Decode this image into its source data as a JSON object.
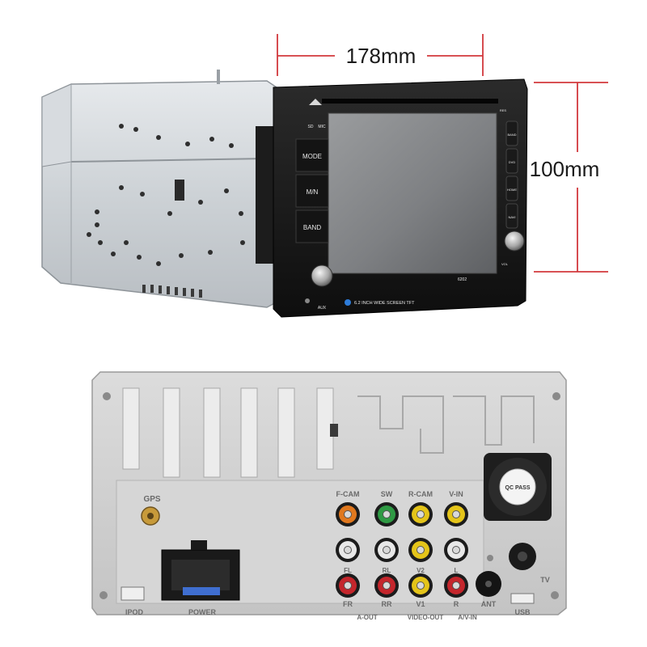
{
  "dimensions": {
    "width": "178mm",
    "height": "100mm",
    "line_color": "#d2383c"
  },
  "front_unit": {
    "buttons": [
      "MODE",
      "M/N",
      "BAND"
    ],
    "screen_caption": "6.2 INCH WIDE SCREEN TFT",
    "model_text": "6202",
    "small_labels": [
      "SD",
      "MIC",
      "AUX",
      "BAND",
      "DVD",
      "HOME",
      "NAVI",
      "RES",
      "VOL"
    ]
  },
  "rear_panel": {
    "connector_labels": {
      "gps": "GPS",
      "ipod": "IPOD",
      "power": "POWER",
      "fan": "QC PASS",
      "ant": "ANT",
      "tv": "TV",
      "usb": "USB"
    },
    "rca_top_labels": [
      "F-CAM",
      "SW",
      "R-CAM",
      "V-IN"
    ],
    "rca_middle_labels": [
      "FL",
      "RL",
      "V2",
      "L"
    ],
    "rca_bottom_labels": [
      "FR",
      "RR",
      "V1",
      "R"
    ],
    "group_labels": [
      "A-OUT",
      "VIDEO-OUT",
      "A/V-IN"
    ],
    "jack_colors": {
      "orange": "#e0781e",
      "green": "#2f9a44",
      "yellow": "#e4c419",
      "white": "#e8e8e8",
      "red": "#c4262c"
    }
  }
}
